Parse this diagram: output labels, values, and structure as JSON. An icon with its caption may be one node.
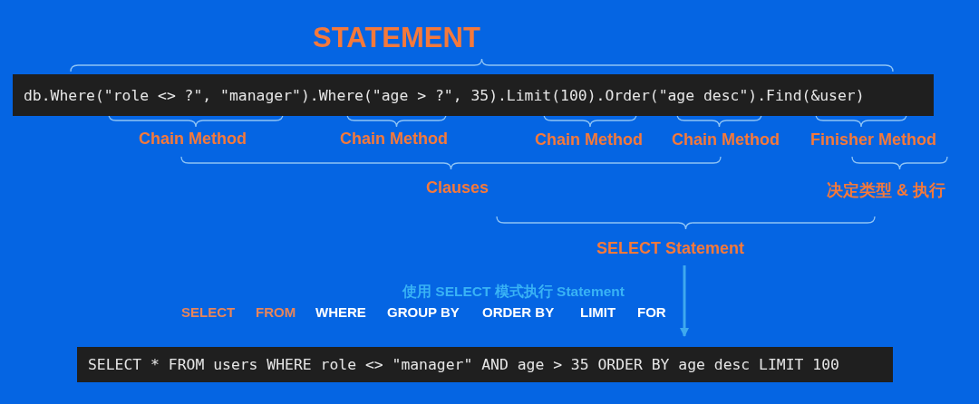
{
  "diagram": {
    "title": "STATEMENT",
    "nodes": [
      {
        "text": [
          "db.Where(\"role <> ?\", \"manager\").Where(\"age > ?\", 35).Limit(100).Order(\"age desc\").Find(&user)"
        ]
      },
      {
        "text": [
          "SELECT Statement"
        ]
      },
      {
        "text": [
          "SELECT * FROM users WHERE role <> \"manager\" AND age > 35 ORDER BY age desc LIMIT 100"
        ]
      }
    ],
    "edges": [
      {
        "from": 1,
        "to": 2,
        "arrow": "to",
        "label": "使用 SELECT 模式执行 Statement"
      }
    ],
    "labels": [
      "Chain Method",
      "Chain Method",
      "Chain Method",
      "Chain Method",
      "Finisher Method",
      "Clauses",
      "决定类型 & 执行",
      "SELECT",
      "FROM",
      "WHERE",
      "GROUP BY",
      "ORDER BY",
      "LIMIT",
      "FOR"
    ]
  }
}
